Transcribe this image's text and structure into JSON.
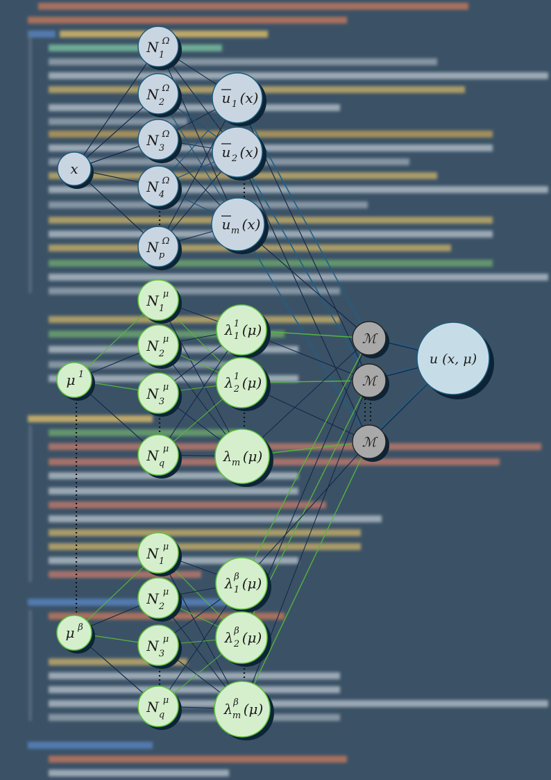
{
  "colors": {
    "background": "#3b5266",
    "blue_node_fill": "#c9d6e2",
    "blue_node_stroke": "#1d5a7a",
    "green_node_fill": "#d5efcc",
    "green_node_stroke": "#5fc13f",
    "gray_node_fill": "#a9a9a9",
    "output_node_fill": "#c6dde8",
    "dark_edge": "#13294a",
    "blue_edge": "#1f5f86",
    "green_edge": "#55b83c",
    "shadow": "#0d2436"
  },
  "nodes": {
    "x_input": "x",
    "space_hidden": [
      "N",
      "N",
      "N",
      "N",
      "N"
    ],
    "space_hidden_sub": [
      "1",
      "2",
      "3",
      "4",
      "p"
    ],
    "space_hidden_sup": "Ω",
    "modes": [
      "u",
      "u",
      "u"
    ],
    "modes_sub": [
      "1",
      "2",
      "m"
    ],
    "modes_arg": "(x)",
    "mu_1": "μ",
    "mu_1_sup": "1",
    "mu_beta": "μ",
    "mu_beta_sup": "β",
    "param_hidden_sub": [
      "1",
      "2",
      "3",
      "q"
    ],
    "param_hidden_sup": "μ",
    "lambda": "λ",
    "lambda_top_sup": [
      "1",
      "1",
      ""
    ],
    "lambda_bottom_sup": [
      "β",
      "β",
      "β"
    ],
    "lambda_sub": [
      "1",
      "2",
      "m"
    ],
    "lambda_arg": "(μ)",
    "combiner": "ℳ",
    "output": "u (x, μ)"
  }
}
